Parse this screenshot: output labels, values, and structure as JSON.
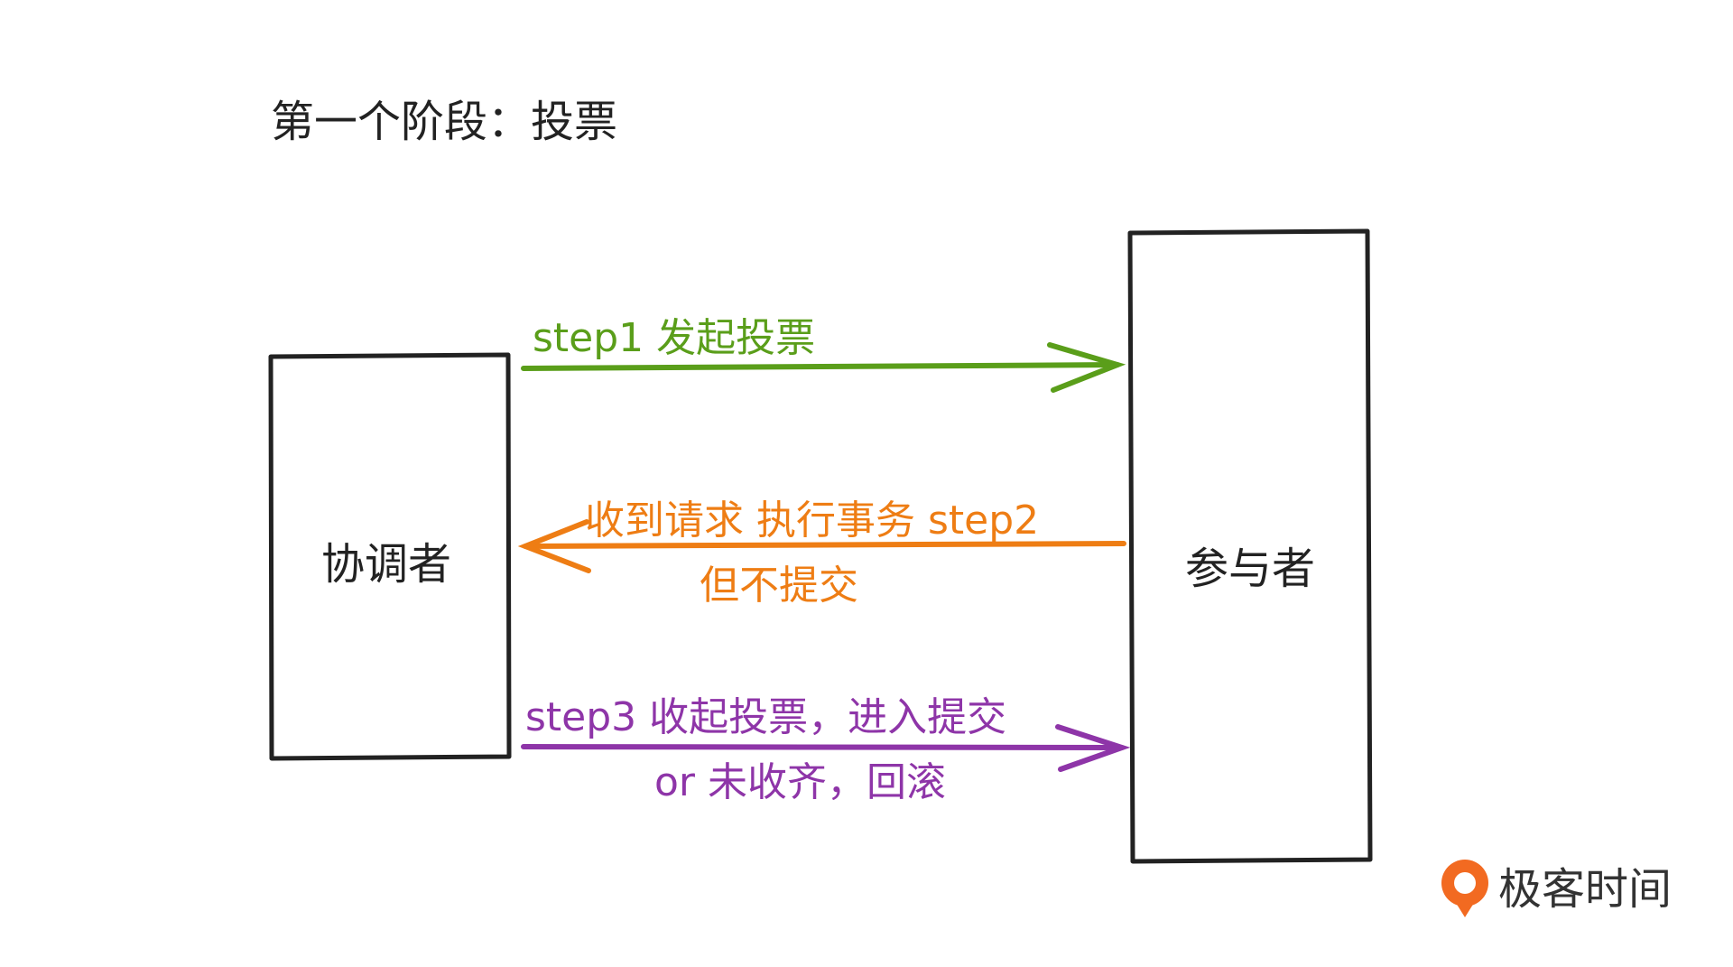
{
  "title": "第一个阶段：投票",
  "coordinator": {
    "label": "协调者"
  },
  "participant": {
    "label": "参与者"
  },
  "messages": {
    "step1": {
      "text": "step1 发起投票",
      "color": "#5a9e1a"
    },
    "step2": {
      "line1": "收到请求 执行事务 step2",
      "line2": "但不提交",
      "color": "#ee7d14"
    },
    "step3": {
      "line1": "step3 收起投票，进入提交",
      "line2": "or  未收齐，回滚",
      "color": "#8e35a8"
    }
  },
  "logo": {
    "text": "极客时间",
    "color": "#f26a21"
  }
}
